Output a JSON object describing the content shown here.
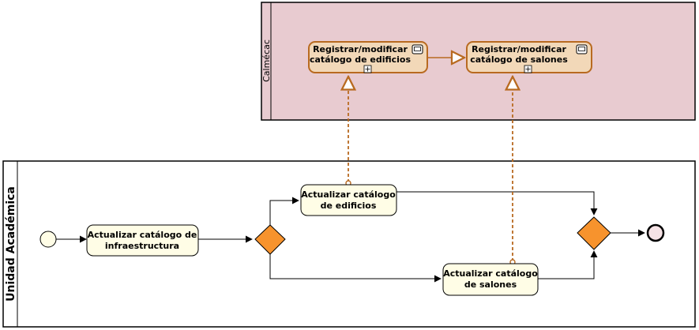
{
  "pools": {
    "top": {
      "label": "Calmécac",
      "fill": "#e8cbd0",
      "stroke": "#000000"
    },
    "bottom": {
      "label": "Unidad Académica",
      "fill": "#ffffff",
      "stroke": "#000000"
    }
  },
  "tasks": {
    "reg_edificios": {
      "line1": "Registrar/modificar",
      "line2": "catálogo de edificios",
      "kind": "subprocess",
      "icon": "monitor-icon"
    },
    "reg_salones": {
      "line1": "Registrar/modificar",
      "line2": "catálogo de salones",
      "kind": "subprocess",
      "icon": "monitor-icon"
    },
    "act_infra": {
      "line1": "Actualizar catálogo de",
      "line2": "infraestructura",
      "kind": "task"
    },
    "act_edificios": {
      "line1": "Actualizar catálogo",
      "line2": "de edificios",
      "kind": "task"
    },
    "act_salones": {
      "line1": "Actualizar catálogo",
      "line2": "de salones",
      "kind": "task"
    }
  },
  "colors": {
    "subprocess_fill": "#f2d8b8",
    "subprocess_stroke": "#b86a20",
    "task_fill": "#fffde6",
    "task_stroke": "#000000",
    "gateway_fill": "#f7932d",
    "message_flow": "#b86a20",
    "end_event_fill": "#f6e3e6"
  }
}
